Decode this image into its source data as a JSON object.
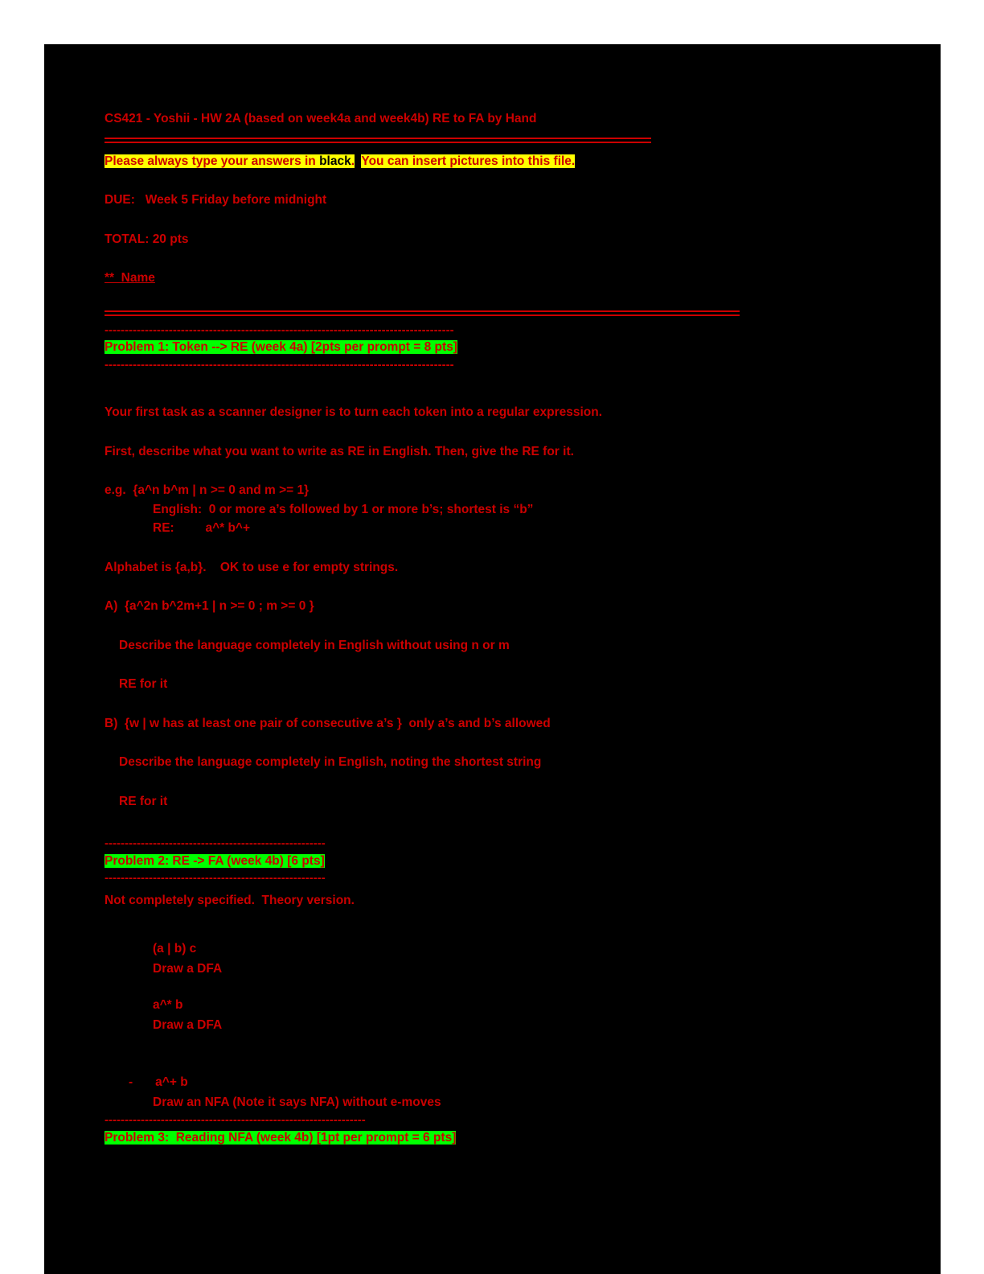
{
  "document": {
    "title_line": "CS421 - Yoshii - HW 2A (based on week4a and week4b) RE to FA by Hand",
    "notice": {
      "part1": "Please always type your answers in ",
      "black_word": "black",
      "period": ".",
      "part2": "You can insert pictures into this file."
    },
    "due_line": "DUE:   Week 5 Friday before midnight",
    "total_line": "TOTAL: 20 pts",
    "name_line": "**  Name",
    "dash_line_1": "---------------------------------------------------------------------------------------",
    "problem1_heading": "Problem 1: Token --> RE (week 4a) [2pts per prompt = 8 pts]",
    "dash_line_2": "---------------------------------------------------------------------------------------",
    "p1_intro_1": "Your first task as a scanner designer is to turn each token into a regular expression.",
    "p1_intro_2": "First, describe what you want to write as RE in English. Then, give the RE for it.",
    "p1_eg_1": "e.g.  {a^n b^m | n >= 0 and m >= 1}",
    "p1_eg_2": "English:  0 or more a’s followed by 1 or more b’s; shortest is “b”",
    "p1_eg_3": "RE:         a^* b^+",
    "p1_alphabet": "Alphabet is {a,b}.    OK to use e for empty strings.",
    "p1_a": "A)  {a^2n b^2m+1 | n >= 0 ; m >= 0 }",
    "p1_a_desc": "Describe the language completely in English without using n or m",
    "p1_a_re": "RE for it",
    "p1_b": "B)  {w | w has at least one pair of consecutive a’s }  only a’s and b’s allowed",
    "p1_b_desc": "Describe the language completely in English, noting the shortest string",
    "p1_b_re": "RE for it",
    "dash_line_3": "-------------------------------------------------------",
    "problem2_heading": "Problem 2: RE -> FA (week 4b) [6 pts]",
    "dash_line_4": "-------------------------------------------------------",
    "p2_note": "Not completely specified.  Theory version.",
    "p2_re1": "(a | b) c",
    "p2_re1_task": "Draw a DFA",
    "p2_re2": "a^* b",
    "p2_re2_task": "Draw a DFA",
    "p2_re3_bullet": "-",
    "p2_re3": "a^+ b",
    "p2_re3_task": "Draw an NFA (Note it says NFA) without e-moves",
    "dash_line_5": "-----------------------------------------------------------------",
    "problem3_heading": "Problem 3:  Reading NFA (week 4b) [1pt per prompt = 6 pts]"
  },
  "colors": {
    "page_background": "#000000",
    "canvas_background": "#FFFFFF",
    "text_red": "#CC0000",
    "highlight_yellow": "#FFFF00",
    "highlight_green": "#00FF00",
    "black_text": "#000000"
  }
}
